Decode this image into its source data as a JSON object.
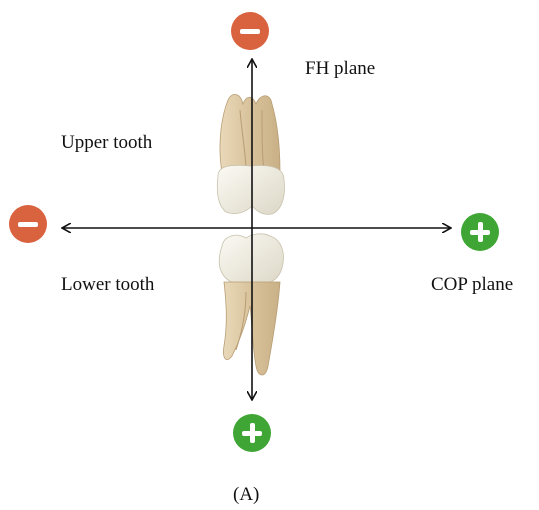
{
  "labels": {
    "fh_plane": "FH plane",
    "upper_tooth": "Upper tooth",
    "lower_tooth": "Lower tooth",
    "cop_plane": "COP plane",
    "panel": "(A)"
  },
  "colors": {
    "negative": "#d9623f",
    "positive": "#3fa535",
    "axis": "#111111",
    "crown": "#f1ede0",
    "root": "#dcc7a3"
  },
  "icons": {
    "top": "minus-icon",
    "left": "minus-icon",
    "right": "plus-icon",
    "bottom": "plus-icon"
  }
}
